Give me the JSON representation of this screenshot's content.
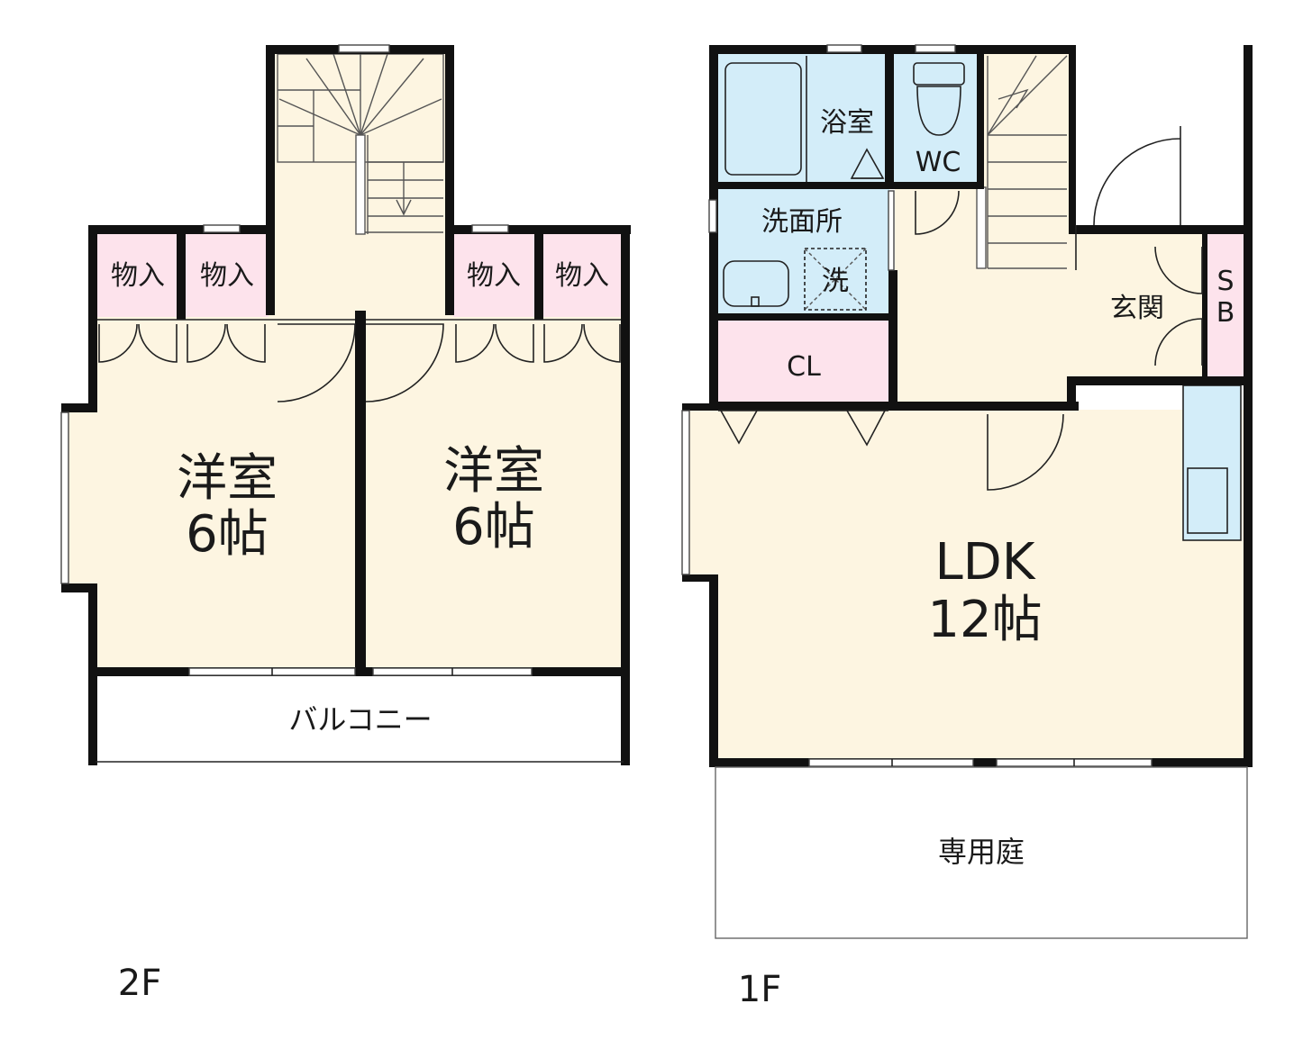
{
  "colors": {
    "room": "#fdf5e1",
    "closet": "#fde3ec",
    "wet": "#d3edf9",
    "wall": "#111111"
  },
  "floor2": {
    "label": "2F",
    "rooms": {
      "western_left": {
        "name": "洋室",
        "size": "6帖"
      },
      "western_right": {
        "name": "洋室",
        "size": "6帖"
      },
      "storage_1": "物入",
      "storage_2": "物入",
      "storage_3": "物入",
      "storage_4": "物入",
      "balcony": "バルコニー"
    }
  },
  "floor1": {
    "label": "1F",
    "rooms": {
      "bath": "浴室",
      "wc": "WC",
      "washroom": "洗面所",
      "washer": "洗",
      "closet": "CL",
      "entrance": "玄関",
      "shoe_box": "SB",
      "ldk": {
        "name": "LDK",
        "size": "12帖"
      },
      "garden": "専用庭"
    }
  }
}
